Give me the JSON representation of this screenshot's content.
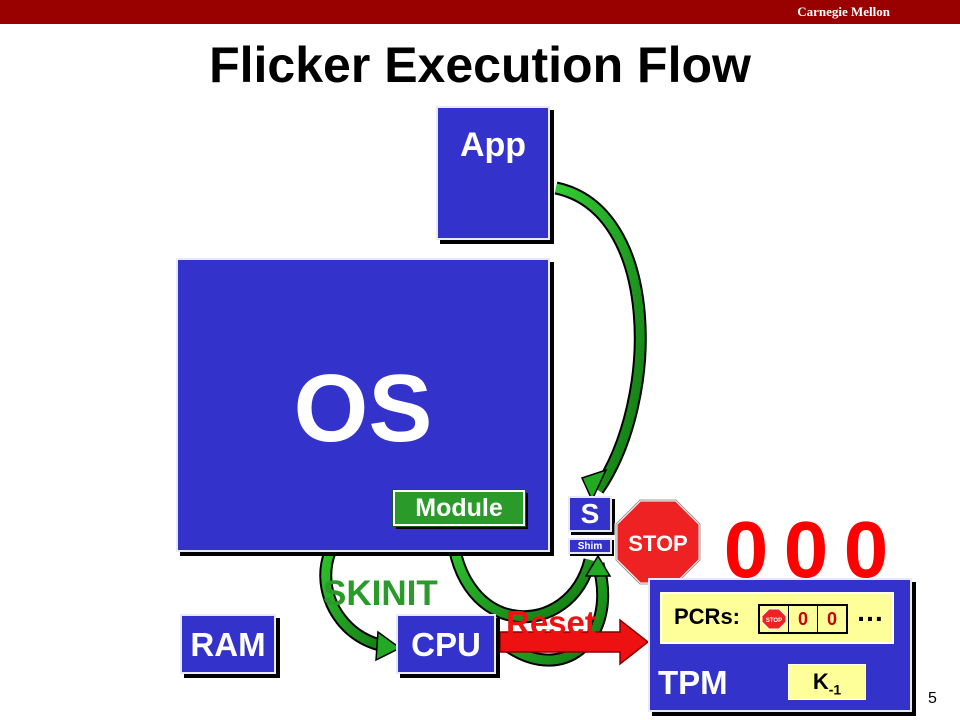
{
  "header": {
    "brand": "Carnegie Mellon"
  },
  "title": "Flicker Execution Flow",
  "boxes": {
    "app": "App",
    "os": "OS",
    "module": "Module",
    "shim_s": "S",
    "shim": "Shim",
    "ram": "RAM",
    "cpu": "CPU"
  },
  "labels": {
    "skinit": "SKINIT",
    "reset": "Reset",
    "stop": "STOP"
  },
  "zeros": [
    "0",
    "0",
    "0"
  ],
  "tpm": {
    "label": "TPM",
    "pcrs_label": "PCRs:",
    "pcr_cells": [
      "STOP",
      "0",
      "0"
    ],
    "ellipsis": "…",
    "key": "K",
    "key_sub": "-1"
  },
  "page_number": "5",
  "colors": {
    "header": "#990000",
    "box_blue": "#3333cc",
    "module_green": "#2a9a2a",
    "arrow_green": "#22aa22",
    "arrow_red": "#ee1111",
    "stop_red": "#ee2222",
    "pcr_yellow": "#ffff99"
  }
}
